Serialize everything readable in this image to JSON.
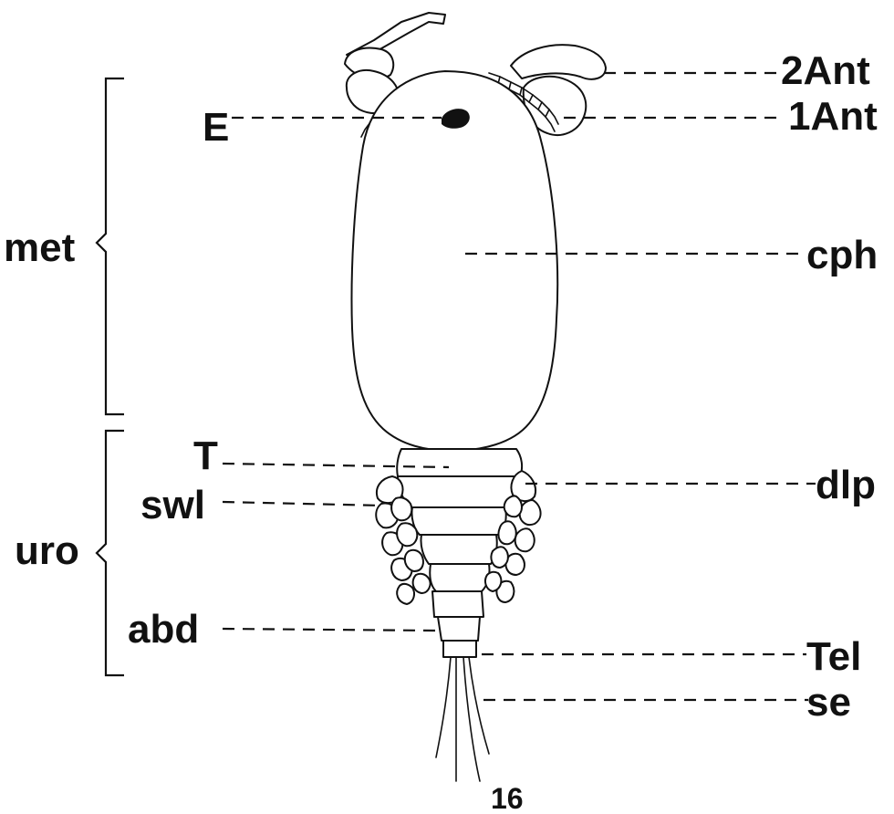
{
  "labels": {
    "ant2": "2Ant",
    "ant1": "1Ant",
    "eye": "E",
    "met": "met",
    "cph": "cph",
    "t": "T",
    "dlp": "dlp",
    "swl": "swl",
    "uro": "uro",
    "abd": "abd",
    "tel": "Tel",
    "se": "se"
  },
  "figure_number": "16"
}
